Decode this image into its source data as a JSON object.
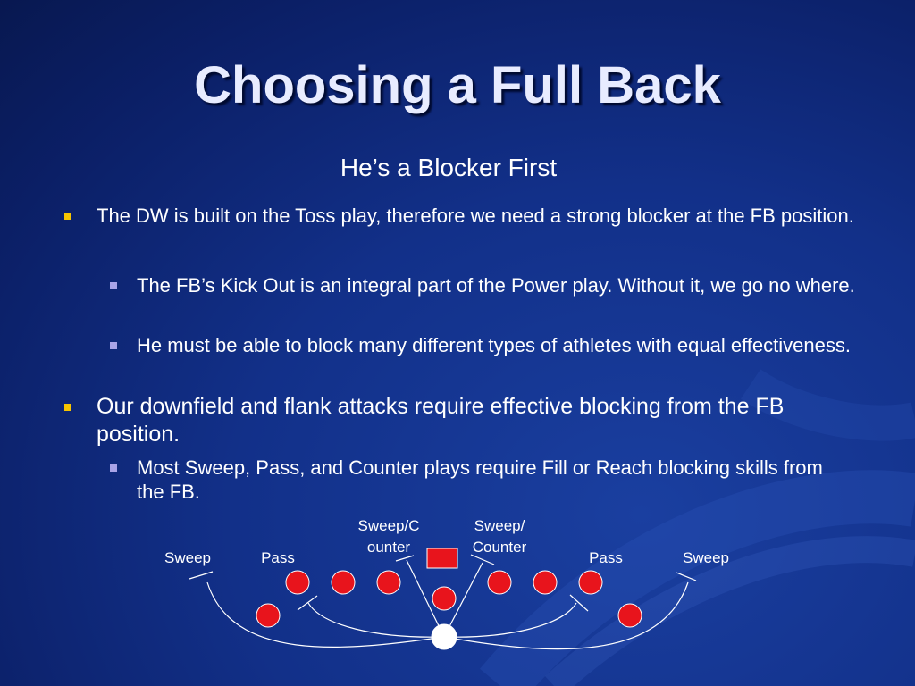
{
  "slide": {
    "title": "Choosing a Full Back",
    "subtitle": "He’s a Blocker First",
    "bullets": [
      {
        "text": "The DW is built on the Toss play, therefore we need a strong blocker at the FB position."
      },
      {
        "text": "The FB’s Kick Out is an integral part of the Power play. Without it, we go no where."
      },
      {
        "text": "He must be able to block many different types of athletes with equal effectiveness."
      },
      {
        "text": "Our downfield and flank attacks require effective blocking from the FB position."
      },
      {
        "text": "Most Sweep, Pass, and Counter plays require Fill or Reach blocking skills from the FB."
      }
    ]
  },
  "diagram": {
    "labels": {
      "left_sweep": "Sweep",
      "left_pass": "Pass",
      "sweep_counter_1a": "Sweep/C",
      "sweep_counter_1b": "ounter",
      "sweep_counter_2a": "Sweep/",
      "sweep_counter_2b": "Counter",
      "right_pass": "Pass",
      "right_sweep": "Sweep"
    }
  },
  "colors": {
    "player_fill": "#e8141c",
    "bullet_main": "#f6c400",
    "bullet_sub": "#a9a4e8"
  }
}
